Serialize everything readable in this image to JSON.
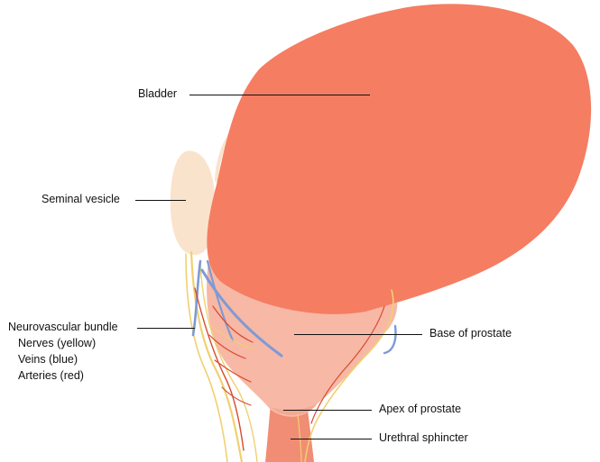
{
  "colors": {
    "bladder": "#f57d62",
    "prostate": "#f7b8a6",
    "prostate_shade": "#f2a994",
    "urethra": "#f08d74",
    "vesicle": "#fae3cc",
    "nerve": "#f0d070",
    "vein": "#7d9ad6",
    "artery": "#d94a2d"
  },
  "labels": {
    "bladder": "Bladder",
    "seminal_vesicle": "Seminal vesicle",
    "nvb_title": "Neurovascular bundle",
    "nerves": "Nerves (yellow)",
    "veins": "Veins (blue)",
    "arteries": "Arteries (red)",
    "base_of_prostate": "Base of prostate",
    "apex_of_prostate": "Apex of prostate",
    "urethral_sphincter": "Urethral sphincter"
  }
}
